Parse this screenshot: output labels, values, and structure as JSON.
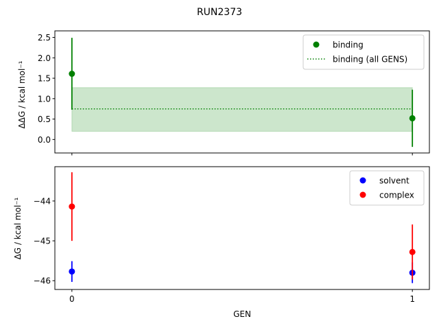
{
  "chart_data": [
    {
      "type": "scatter",
      "title": "RUN2373",
      "ylabel": "ΔΔG / kcal mol⁻¹",
      "xlabel": "",
      "ylim": [
        -0.33,
        2.66
      ],
      "xlim": [
        -0.05,
        1.05
      ],
      "yticks": [
        "0.0",
        "0.5",
        "1.0",
        "1.5",
        "2.0",
        "2.5"
      ],
      "x": [
        0,
        1
      ],
      "series": [
        {
          "name": "binding",
          "color": "#008000",
          "values": [
            1.61,
            0.52
          ],
          "errors": [
            0.88,
            0.7
          ],
          "style": "errorbar"
        }
      ],
      "reference": {
        "name": "binding (all GENS)",
        "color": "#008000",
        "value": 0.75,
        "band": [
          0.2,
          1.27
        ],
        "style": "dotted"
      },
      "legend": "top-right"
    },
    {
      "type": "scatter",
      "ylabel": "ΔG / kcal mol⁻¹",
      "xlabel": "GEN",
      "ylim": [
        -46.22,
        -43.14
      ],
      "xlim": [
        -0.05,
        1.05
      ],
      "yticks": [
        "−44",
        "−45",
        "−46"
      ],
      "xticks": [
        "0",
        "1"
      ],
      "x": [
        0,
        1
      ],
      "series": [
        {
          "name": "solvent",
          "color": "#0000ff",
          "values": [
            -45.77,
            -45.8
          ],
          "errors": [
            0.26,
            0.26
          ]
        },
        {
          "name": "complex",
          "color": "#ff0000",
          "values": [
            -44.14,
            -45.28
          ],
          "errors": [
            0.86,
            0.69
          ]
        }
      ],
      "legend": "top-right"
    }
  ]
}
